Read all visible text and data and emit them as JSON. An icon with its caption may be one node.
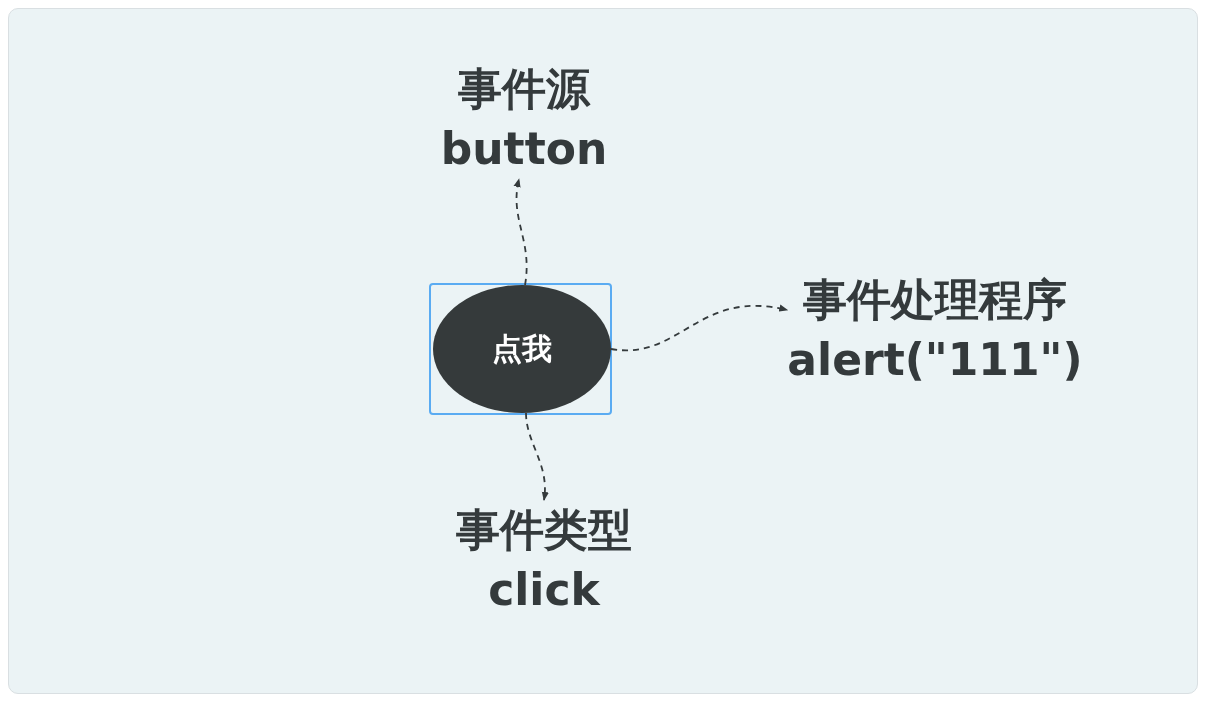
{
  "diagram": {
    "nodes": [
      {
        "text": [
          "点我"
        ]
      },
      {
        "text": [
          "事件源",
          "button"
        ]
      },
      {
        "text": [
          "事件处理程序",
          "alert(\"111\")"
        ]
      },
      {
        "text": [
          "事件类型",
          "click"
        ]
      }
    ],
    "edges": [
      {
        "from": 0,
        "to": 1,
        "arrow": "to",
        "style": "dashed"
      },
      {
        "from": 0,
        "to": 2,
        "arrow": "to",
        "style": "dashed"
      },
      {
        "from": 0,
        "to": 3,
        "arrow": "to",
        "style": "dashed"
      }
    ]
  }
}
